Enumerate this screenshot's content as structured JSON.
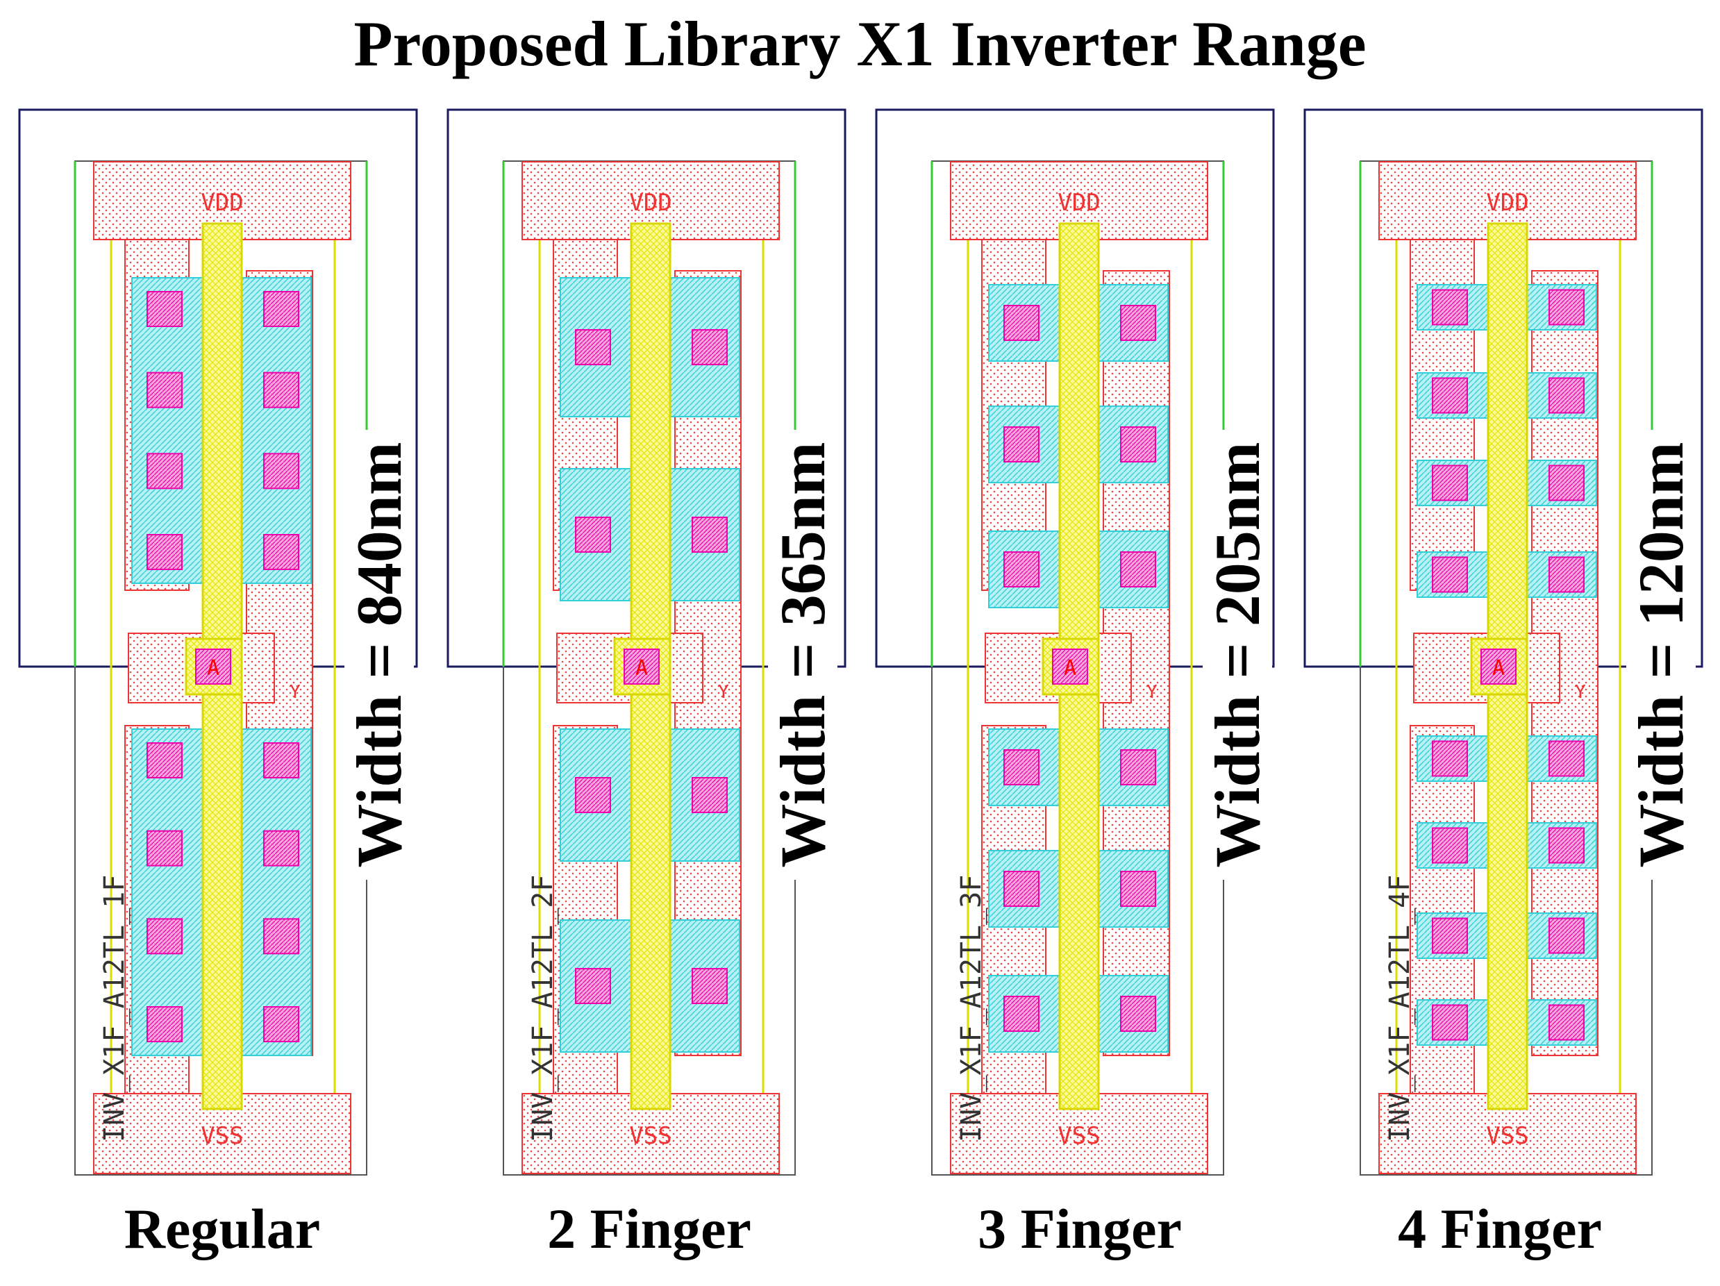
{
  "title": "Proposed Library X1 Inverter Range",
  "cells": [
    {
      "caption": "Regular",
      "width_label": "Width = 840nm",
      "cell_name": "INV_X1F_A12TL_1F",
      "vdd": "VDD",
      "vss": "VSS",
      "in_pin": "A",
      "out_pin": "Y",
      "fingers": 1
    },
    {
      "caption": "2 Finger",
      "width_label": "Width = 365nm",
      "cell_name": "INV_X1F_A12TL_2F",
      "vdd": "VDD",
      "vss": "VSS",
      "in_pin": "A",
      "out_pin": "Y",
      "fingers": 2
    },
    {
      "caption": "3 Finger",
      "width_label": "Width = 205nm",
      "cell_name": "INV_X1F_A12TL_3F",
      "vdd": "VDD",
      "vss": "VSS",
      "in_pin": "A",
      "out_pin": "Y",
      "fingers": 3
    },
    {
      "caption": "4 Finger",
      "width_label": "Width = 120nm",
      "cell_name": "INV_X1F_A12TL_4F",
      "vdd": "VDD",
      "vss": "VSS",
      "in_pin": "A",
      "out_pin": "Y",
      "fingers": 4
    }
  ],
  "colors": {
    "metal": "#ee3333",
    "poly": "#dddd00",
    "diffusion": "#33dddd",
    "contact": "#ee00aa",
    "nwell": "#33cc33",
    "frame": "#1a1a5e",
    "outline": "#555555"
  }
}
